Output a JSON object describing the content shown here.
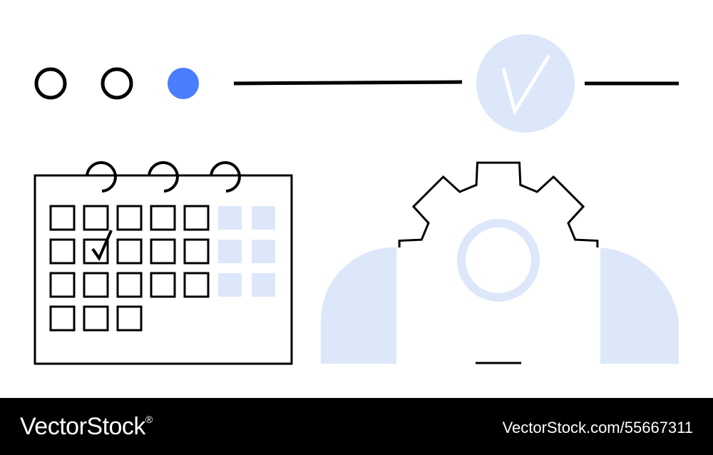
{
  "colors": {
    "accent": "#4a7dff",
    "light_accent": "#dde7fa",
    "stroke": "#000000",
    "background": "#ffffff",
    "footer_background": "#000000",
    "footer_text": "#ffffff"
  },
  "progress": {
    "total_steps": 3,
    "active_step": 3
  },
  "calendar": {
    "checked_day": 7
  },
  "icons": [
    "step-circle-icon",
    "checkmark-icon",
    "calendar-icon",
    "gear-icon",
    "cloud-icon"
  ],
  "footer": {
    "brand": "VectorStock",
    "brand_suffix": "®",
    "image_id": "VectorStock.com/55667311"
  }
}
